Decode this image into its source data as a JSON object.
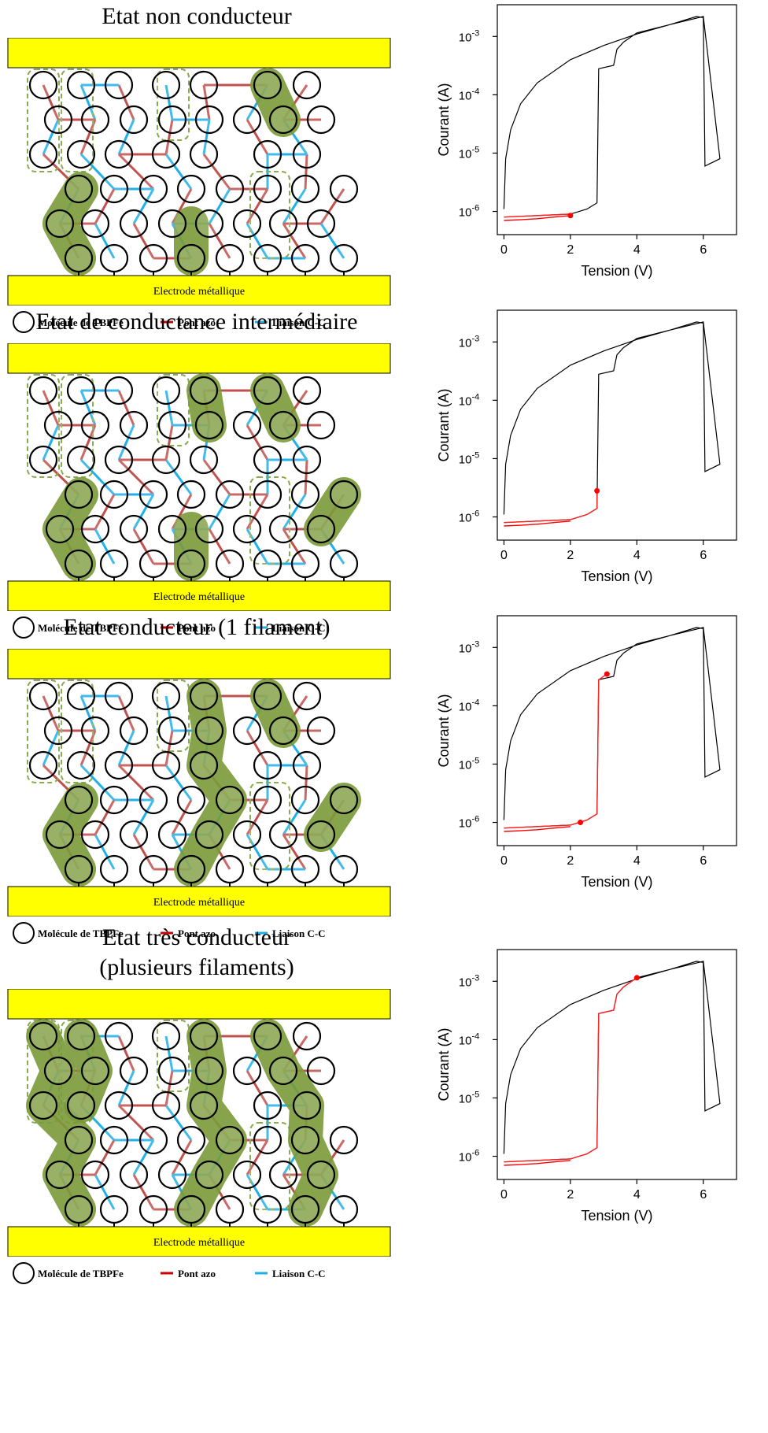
{
  "panels": [
    {
      "title_lines": [
        "Etat non conducteur"
      ],
      "state": "non-conducteur",
      "filaments": 0,
      "marker": {
        "x": 2.0,
        "y": 8.5e-07
      }
    },
    {
      "title_lines": [
        "Etat de conductance intermédiaire"
      ],
      "state": "intermediaire",
      "filaments": 0,
      "marker": {
        "x": 2.8,
        "y": 2.8e-06
      }
    },
    {
      "title_lines": [
        "Etat conducteur (1 filament)"
      ],
      "state": "conducteur",
      "filaments": 1,
      "marker": {
        "x": 3.1,
        "y": 0.00035
      },
      "marker2": {
        "x": 2.3,
        "y": 1e-06
      }
    },
    {
      "title_lines": [
        "Etat très conducteur",
        "(plusieurs filaments)"
      ],
      "state": "tres-conducteur",
      "filaments": 3,
      "marker": {
        "x": 4.0,
        "y": 0.00115
      }
    }
  ],
  "diagram": {
    "electrode_label": "Electrode métallique",
    "legend": {
      "molecule": "Molécule de TBPFe",
      "azo": "Pont azo",
      "cc": "Liaison C-C"
    },
    "colors": {
      "electrode": "#ffff00",
      "azo": "#c0504d",
      "cc": "#1fb0e8",
      "filament": "#7a9a3a",
      "dashed": "#8aaa50"
    }
  },
  "chart_data": {
    "type": "line",
    "xlabel": "Tension (V)",
    "ylabel": "Courant (A)",
    "xlim": [
      -0.2,
      7.0
    ],
    "ylim": [
      4e-07,
      0.0035
    ],
    "yscale": "log",
    "xticks": [
      0,
      2,
      4,
      6
    ],
    "yticks": [
      {
        "value": 1e-06,
        "base": "10",
        "exp": "-6"
      },
      {
        "value": 1e-05,
        "base": "10",
        "exp": "-5"
      },
      {
        "value": 0.0001,
        "base": "10",
        "exp": "-4"
      },
      {
        "value": 0.001,
        "base": "10",
        "exp": "-3"
      }
    ],
    "series": [
      {
        "color": "#000000",
        "x": [
          0.0,
          2.0,
          2.5,
          2.8,
          2.85,
          3.3,
          3.4,
          3.6,
          4.0,
          5.0,
          5.8,
          6.0,
          6.05,
          6.5,
          6.0,
          5.0,
          4.0,
          3.0,
          2.0,
          1.0,
          0.5,
          0.2,
          0.05,
          0.0
        ],
        "y": [
          8e-07,
          9e-07,
          1.1e-06,
          1.4e-06,
          0.00028,
          0.00032,
          0.0006,
          0.0008,
          0.00115,
          0.0016,
          0.0022,
          0.0021,
          6e-06,
          8e-06,
          0.0022,
          0.0016,
          0.0011,
          0.0007,
          0.0004,
          0.00016,
          7e-05,
          2.5e-05,
          8e-06,
          1.1e-06
        ]
      },
      {
        "color": "#ff0000",
        "x": [
          0.0,
          0.5,
          1.0,
          1.5,
          2.0
        ],
        "y": [
          7e-07,
          7.2e-07,
          7.5e-07,
          8e-07,
          8.5e-07
        ]
      }
    ]
  }
}
